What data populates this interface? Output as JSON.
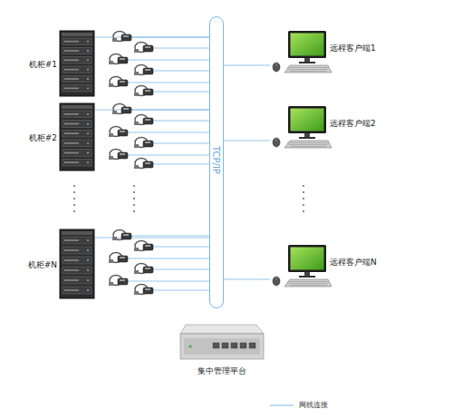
{
  "diagram": {
    "nodes": [
      {
        "text": [
          "机柜#1"
        ]
      },
      {
        "text": [
          "机柜#2"
        ]
      },
      {
        "text": [
          "机柜#N"
        ]
      },
      {
        "text": [
          "TCP/IP"
        ]
      },
      {
        "text": [
          "远程客户端1"
        ]
      },
      {
        "text": [
          "远程客户端2"
        ]
      },
      {
        "text": [
          "远程客户端N"
        ]
      },
      {
        "text": [
          "集中管理平台"
        ]
      }
    ],
    "edges": [
      {
        "from": 0,
        "to": 3,
        "arrow": "none"
      },
      {
        "from": 1,
        "to": 3,
        "arrow": "none"
      },
      {
        "from": 2,
        "to": 3,
        "arrow": "none"
      },
      {
        "from": 3,
        "to": 4,
        "arrow": "none"
      },
      {
        "from": 3,
        "to": 5,
        "arrow": "none"
      },
      {
        "from": 3,
        "to": 6,
        "arrow": "none"
      }
    ],
    "legend": [
      {
        "text": "网线连接"
      }
    ]
  }
}
